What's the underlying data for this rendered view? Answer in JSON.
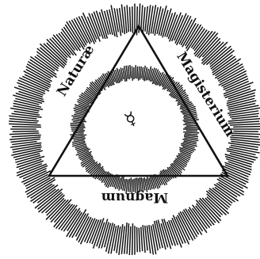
{
  "diagram": {
    "labels": {
      "left_side": "Naturæ",
      "right_side": "Magisterium",
      "bottom": "Magnum"
    },
    "center_glyph": "☿",
    "colors": {
      "ink": "#111111",
      "paper": "#ffffff"
    }
  }
}
